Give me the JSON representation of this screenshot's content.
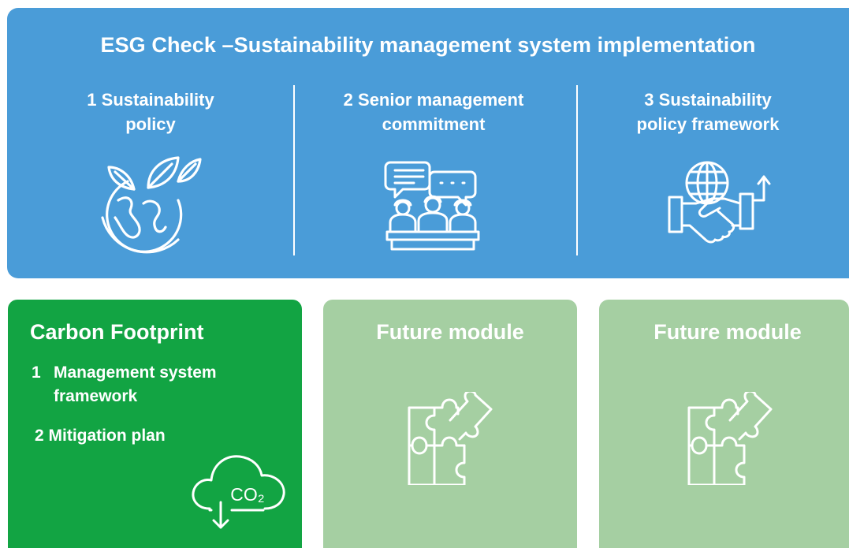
{
  "top_panel": {
    "title": "ESG Check –Sustainability management system implementation",
    "columns": [
      {
        "label": "1 Sustainability policy",
        "line1": "1 Sustainability",
        "line2": "policy",
        "icon": "earth-leaves-icon"
      },
      {
        "label": "2 Senior management commitment",
        "line1": "2 Senior management",
        "line2": "commitment",
        "icon": "meeting-discussion-icon"
      },
      {
        "label": "3 Sustainability policy framework",
        "line1": "3 Sustainability",
        "line2": "policy framework",
        "icon": "globe-handshake-icon"
      }
    ]
  },
  "cards": {
    "carbon": {
      "title": "Carbon Footprint",
      "items": [
        {
          "num": "1",
          "line1": "Management system",
          "line2": "framework"
        },
        {
          "text": "2 Mitigation plan"
        }
      ],
      "icon_text": "CO₂",
      "icon": "co2-cloud-icon"
    },
    "future1": {
      "title": "Future module",
      "icon": "puzzle-icon"
    },
    "future2": {
      "title": "Future module",
      "icon": "puzzle-icon"
    }
  },
  "colors": {
    "top_panel": "#4a9cd8",
    "carbon_card": "#12a443",
    "future_card": "#a5cfa2",
    "text": "#ffffff"
  }
}
